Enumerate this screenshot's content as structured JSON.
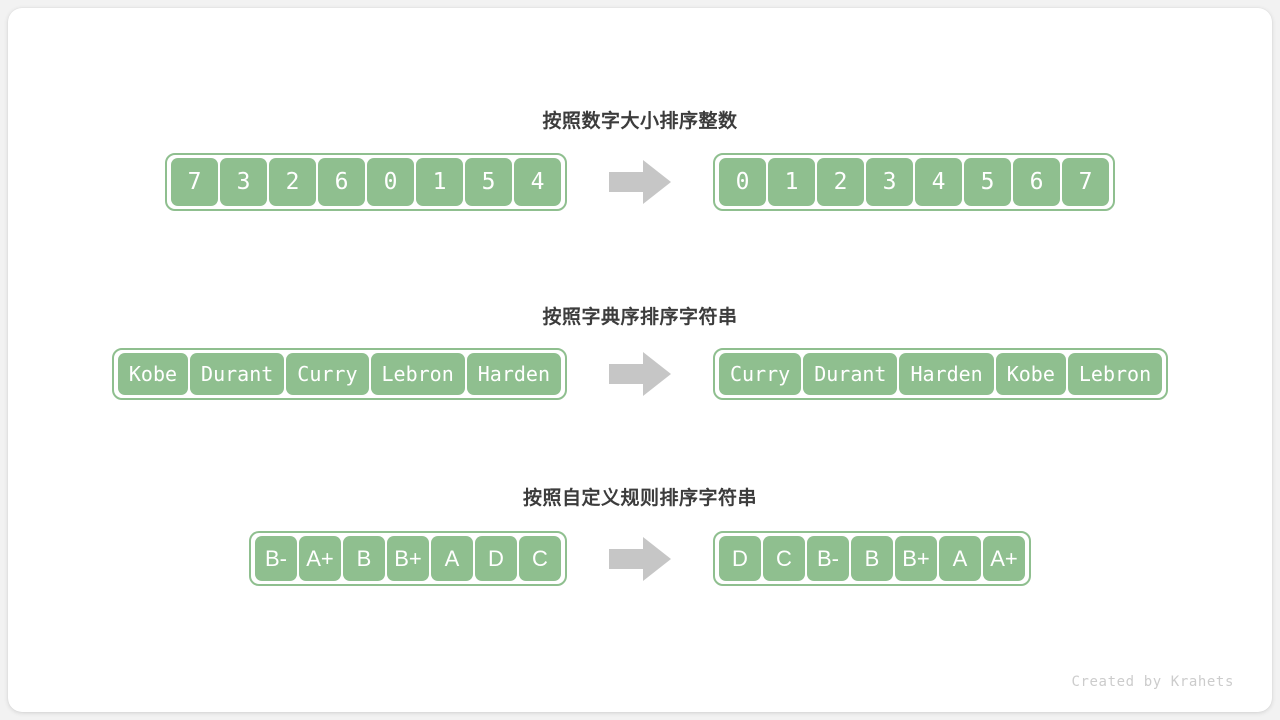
{
  "canvas": {
    "background": "#f2f2f2",
    "card_background": "#ffffff",
    "accent_green": "#8fbf8f",
    "arrow_color": "#c6c6c6",
    "title_color": "#3c3c3c",
    "footer_color": "#cccccc"
  },
  "sections": [
    {
      "id": "sort-integers",
      "title": "按照数字大小排序整数",
      "input": [
        "7",
        "3",
        "2",
        "6",
        "0",
        "1",
        "5",
        "4"
      ],
      "output": [
        "0",
        "1",
        "2",
        "3",
        "4",
        "5",
        "6",
        "7"
      ],
      "arrow": "right-arrow"
    },
    {
      "id": "sort-strings-lexicographic",
      "title": "按照字典序排序字符串",
      "input": [
        "Kobe",
        "Durant",
        "Curry",
        "Lebron",
        "Harden"
      ],
      "output": [
        "Curry",
        "Durant",
        "Harden",
        "Kobe",
        "Lebron"
      ],
      "arrow": "right-arrow"
    },
    {
      "id": "sort-strings-custom-rule",
      "title": "按照自定义规则排序字符串",
      "input": [
        "B-",
        "A+",
        "B",
        "B+",
        "A",
        "D",
        "C"
      ],
      "output": [
        "D",
        "C",
        "B-",
        "B",
        "B+",
        "A",
        "A+"
      ],
      "arrow": "right-arrow"
    }
  ],
  "footer": {
    "credit": "Created by Krahets"
  }
}
